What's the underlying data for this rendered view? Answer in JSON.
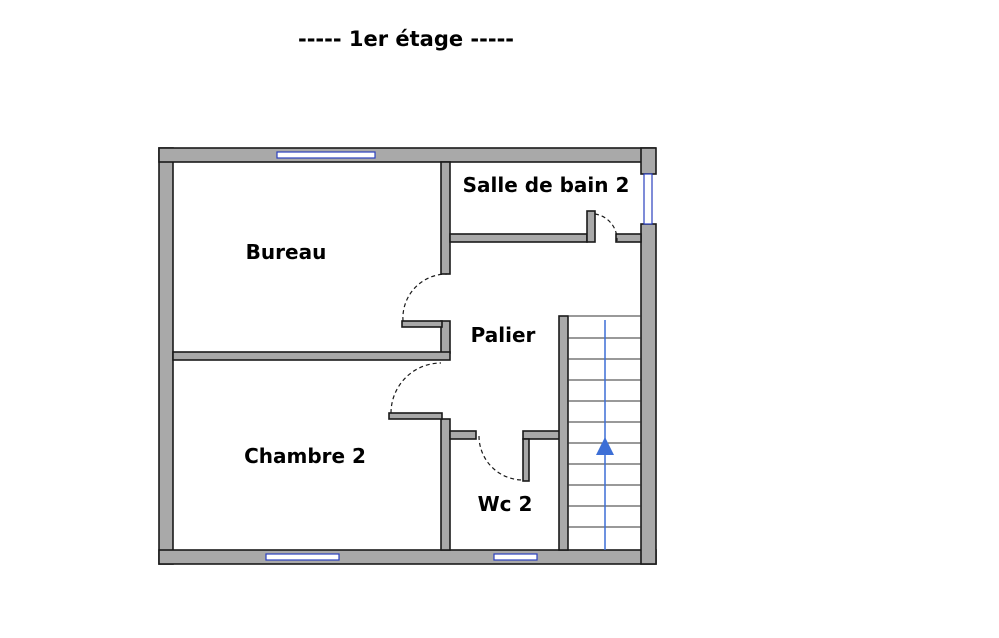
{
  "title": "-----  1er étage  -----",
  "rooms": {
    "salle_de_bain": "Salle de bain 2",
    "bureau": "Bureau",
    "palier": "Palier",
    "chambre": "Chambre 2",
    "wc": "Wc 2"
  },
  "colors": {
    "wall_fill": "#a9a9a9",
    "wall_outline": "#1a1a1a",
    "window": "#2a3fbf",
    "stair_arrow": "#3d6fd6"
  }
}
